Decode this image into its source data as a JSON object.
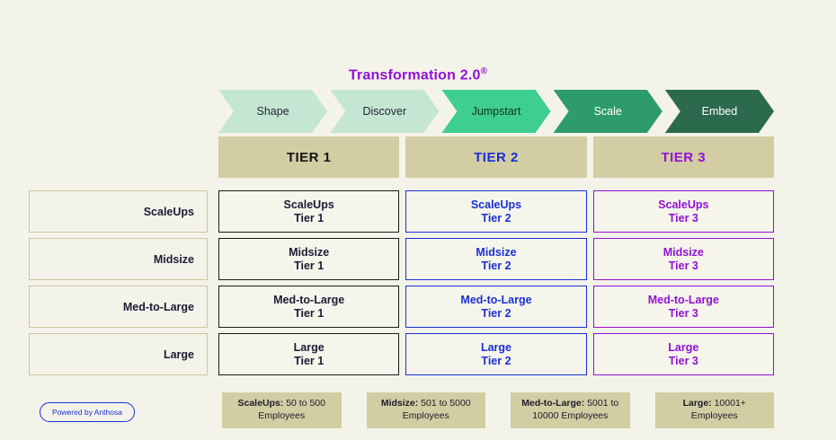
{
  "title": {
    "text": "Transformation 2.0",
    "registered_mark": "®"
  },
  "phases": [
    {
      "label": "Shape",
      "bg": "#c5e6d3",
      "color": "#1f2430"
    },
    {
      "label": "Discover",
      "bg": "#c5e6d3",
      "color": "#1f2430"
    },
    {
      "label": "Jumpstart",
      "bg": "#3ecf8e",
      "color": "#12301f"
    },
    {
      "label": "Scale",
      "bg": "#2e9b6b",
      "color": "#ffffff"
    },
    {
      "label": "Embed",
      "bg": "#2c6a4e",
      "color": "#ffffff"
    }
  ],
  "tiers": [
    {
      "label": "TIER 1",
      "color": "#141414",
      "accent": "#1a1a1a"
    },
    {
      "label": "TIER 2",
      "color": "#1a2fd6",
      "accent": "#1a2fd6"
    },
    {
      "label": "TIER 3",
      "color": "#9210d4",
      "accent": "#9210d4"
    }
  ],
  "rows": [
    {
      "label": "ScaleUps",
      "cells": [
        {
          "line1": "ScaleUps",
          "line2": "Tier 1"
        },
        {
          "line1": "ScaleUps",
          "line2": "Tier 2"
        },
        {
          "line1": "ScaleUps",
          "line2": "Tier 3"
        }
      ]
    },
    {
      "label": "Midsize",
      "cells": [
        {
          "line1": "Midsize",
          "line2": "Tier 1"
        },
        {
          "line1": "Midsize",
          "line2": "Tier 2"
        },
        {
          "line1": "Midsize",
          "line2": "Tier 3"
        }
      ]
    },
    {
      "label": "Med-to-Large",
      "cells": [
        {
          "line1": "Med-to-Large",
          "line2": "Tier 1"
        },
        {
          "line1": "Med-to-Large",
          "line2": "Tier 2"
        },
        {
          "line1": "Med-to-Large",
          "line2": "Tier 3"
        }
      ]
    },
    {
      "label": "Large",
      "cells": [
        {
          "line1": "Large",
          "line2": "Tier 1"
        },
        {
          "line1": "Large",
          "line2": "Tier 2"
        },
        {
          "line1": "Large",
          "line2": "Tier 3"
        }
      ]
    }
  ],
  "badge": {
    "label": "Powered by Anthosa",
    "color": "#1a2fd6"
  },
  "legend": [
    {
      "term": "ScaleUps:",
      "detail": " 50 to 500 Employees"
    },
    {
      "term": "Midsize:",
      "detail": " 501 to 5000 Employees"
    },
    {
      "term": "Med-to-Large:",
      "detail": " 5001 to 10000 Employees"
    },
    {
      "term": "Large:",
      "detail": " 10001+ Employees"
    }
  ],
  "theme": {
    "background": "#f4f3ea",
    "tier_band": "#d3cda3",
    "legend_bg": "#d3cda3",
    "row_label_border": "#cdc6a0"
  }
}
